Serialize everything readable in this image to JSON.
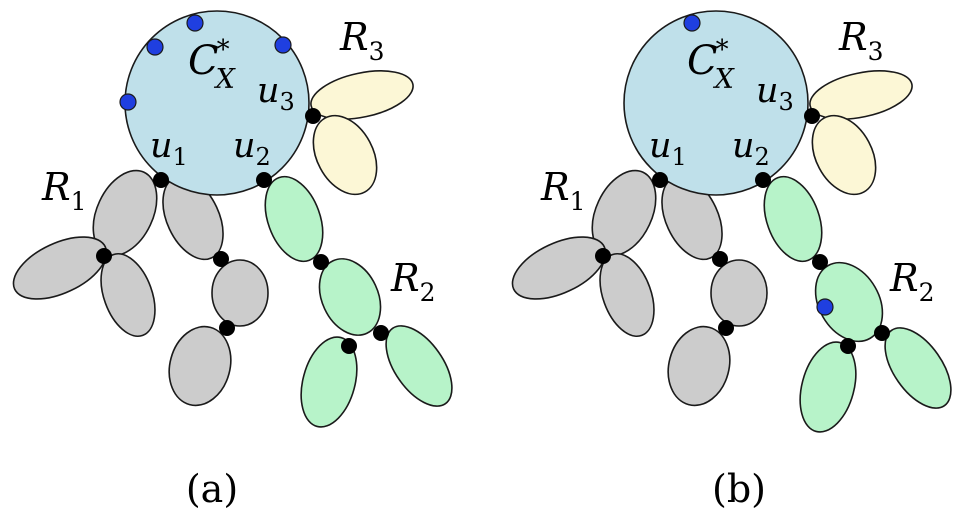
{
  "labels": {
    "cx_base": "C",
    "cx_sub": "X",
    "cx_sup": "*",
    "r1_base": "R",
    "r1_sub": "1",
    "r2_base": "R",
    "r2_sub": "2",
    "r3_base": "R",
    "r3_sub": "3",
    "u1_base": "u",
    "u1_sub": "1",
    "u2_base": "u",
    "u2_sub": "2",
    "u3_base": "u",
    "u3_sub": "3"
  },
  "captions": {
    "a": "(a)",
    "b": "(b)"
  },
  "colors": {
    "core_circle": "#bfe0ea",
    "region_r1": "#cccccc",
    "region_r2": "#b7f3c9",
    "region_r3": "#fcf7d6",
    "cut_vertex": "#000000",
    "terminal": "#1f3fe0"
  },
  "panels": [
    {
      "id": "a",
      "terminals_on_core": 4,
      "terminals_in_r2": 0
    },
    {
      "id": "b",
      "terminals_on_core": 1,
      "terminals_in_r2": 1
    }
  ]
}
